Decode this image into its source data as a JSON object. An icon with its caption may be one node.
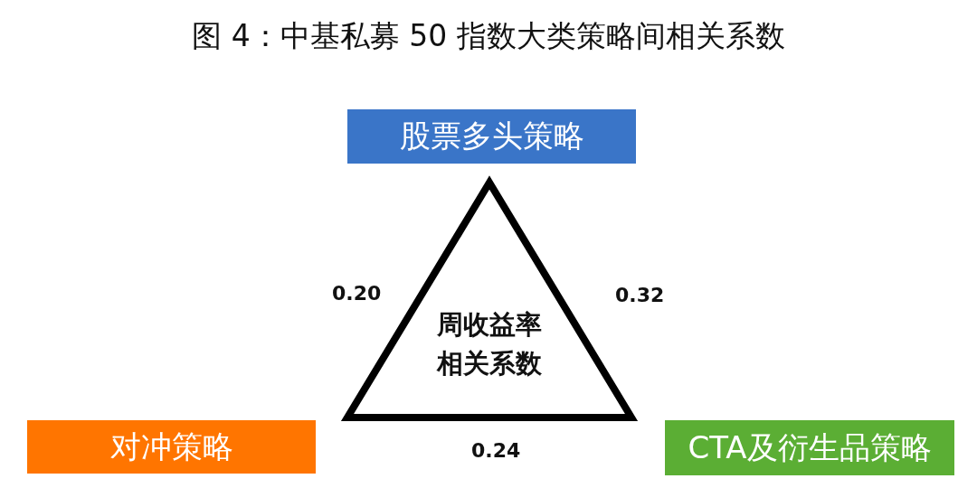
{
  "diagram": {
    "title": "图 4：中基私募 50 指数大类策略间相关系数",
    "nodes": [
      {
        "text": [
          "股票多头策略"
        ]
      },
      {
        "text": [
          "周收益率相关系数"
        ]
      },
      {
        "text": [
          "对冲策略"
        ]
      },
      {
        "text": [
          "CTA及衍生品策略"
        ]
      }
    ],
    "labels": [
      "0.20",
      "0.32",
      "0.24"
    ]
  }
}
